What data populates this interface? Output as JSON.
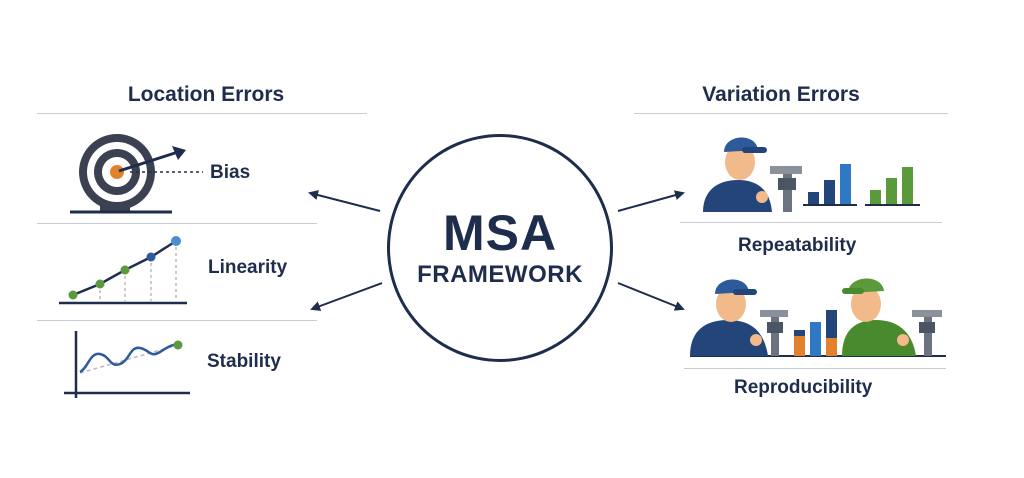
{
  "center": {
    "title": "MSA",
    "subtitle": "FRAMEWORK"
  },
  "left": {
    "heading": "Location Errors",
    "items": [
      {
        "label": "Bias",
        "icon": "target-dart-icon"
      },
      {
        "label": "Linearity",
        "icon": "linearity-chart-icon"
      },
      {
        "label": "Stability",
        "icon": "stability-chart-icon"
      }
    ]
  },
  "right": {
    "heading": "Variation Errors",
    "items": [
      {
        "label": "Repeatability",
        "icon": "operator-caliper-bars-icon"
      },
      {
        "label": "Reproducibility",
        "icon": "two-operators-caliper-bars-icon"
      }
    ]
  },
  "colors": {
    "navy": "#1f2d4d",
    "blue": "#2c5a9a",
    "green": "#5a9a3a",
    "orange": "#e3822e",
    "skin": "#f2b98a",
    "rule": "#c9cdd3"
  }
}
